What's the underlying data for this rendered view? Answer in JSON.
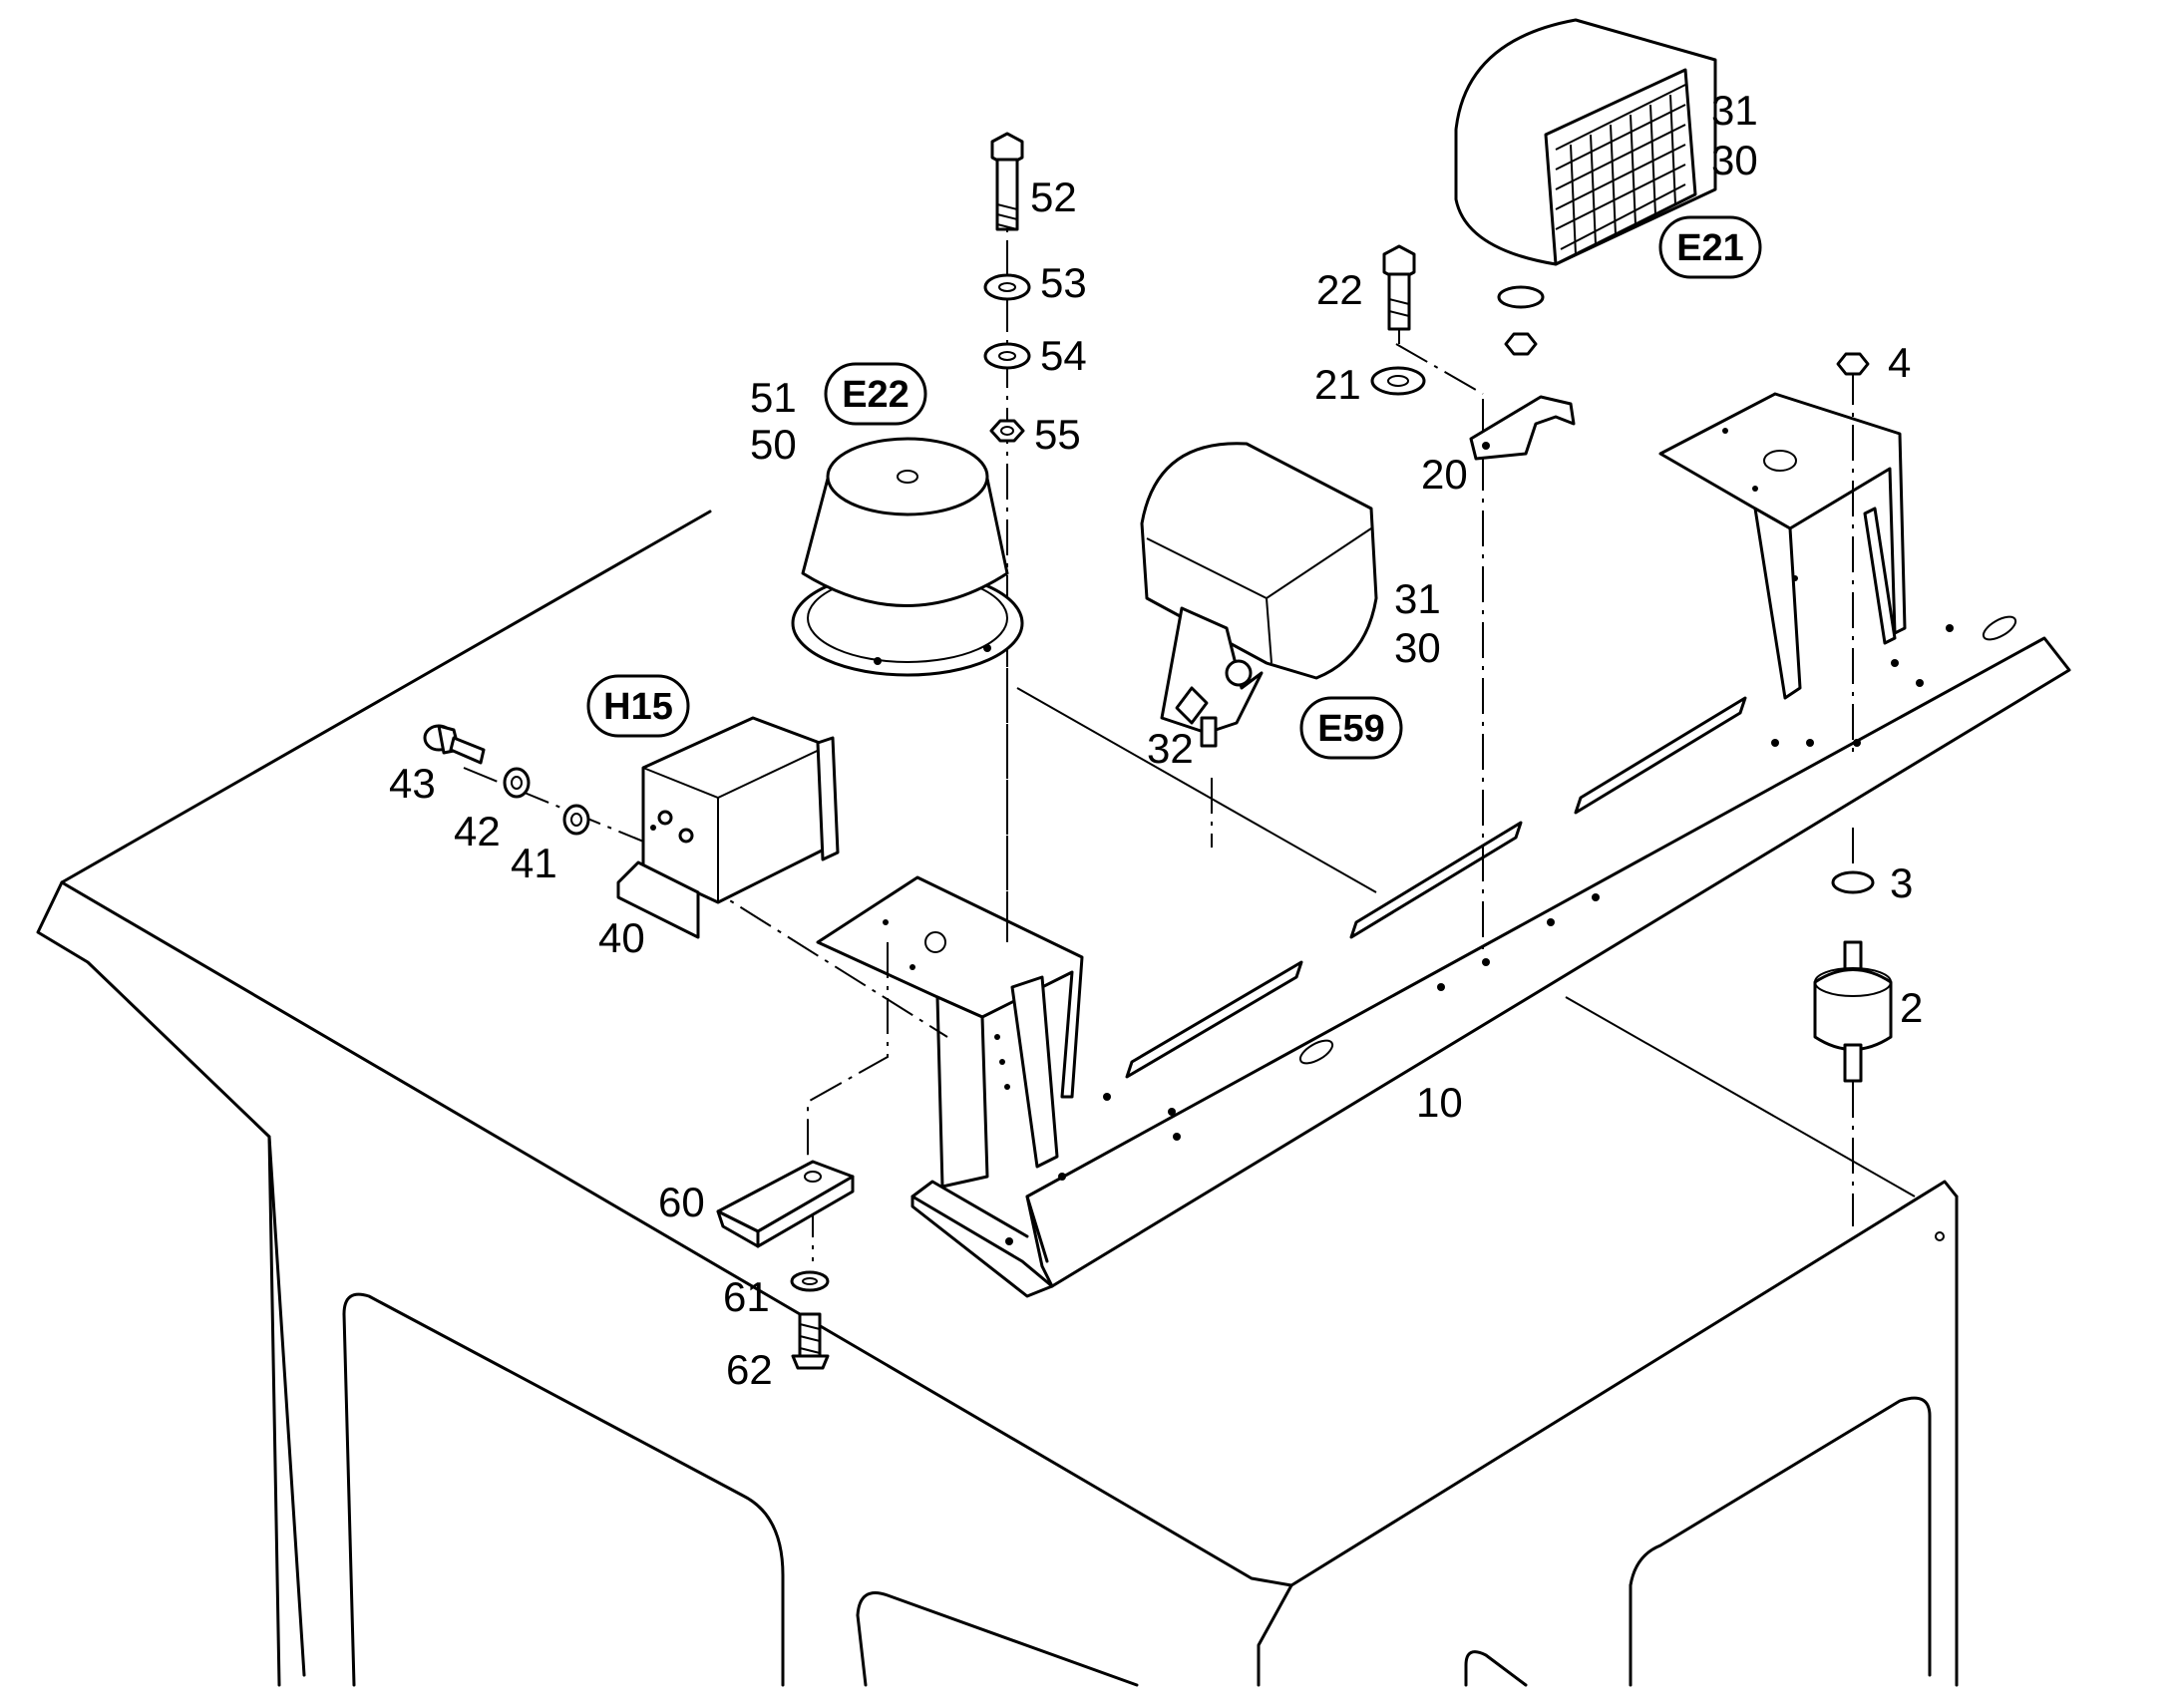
{
  "diagram": {
    "part_labels": {
      "p52": "52",
      "p53": "53",
      "p54": "54",
      "p55": "55",
      "p51": "51",
      "p50": "50",
      "p31a": "31",
      "p30a": "30",
      "p22": "22",
      "p21": "21",
      "p20": "20",
      "p4": "4",
      "p31b": "31",
      "p30b": "30",
      "p32": "32",
      "p43": "43",
      "p42": "42",
      "p41": "41",
      "p40": "40",
      "p3": "3",
      "p2": "2",
      "p10": "10",
      "p60": "60",
      "p61": "61",
      "p62": "62"
    },
    "component_tags": {
      "e22": "E22",
      "e21": "E21",
      "e59": "E59",
      "h15": "H15"
    }
  }
}
